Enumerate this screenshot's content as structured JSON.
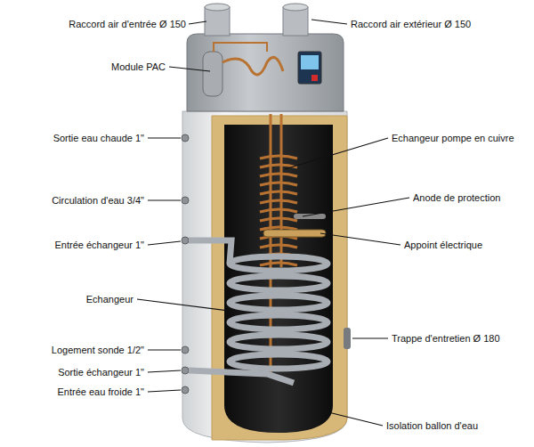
{
  "diagram": {
    "labels": [
      "Raccord air d'entrée Ø 150",
      "Module PAC",
      "Sortie eau chaude 1\"",
      "Circulation d'eau 3/4\"",
      "Entrée échangeur 1\"",
      "Echangeur",
      "Logement sonde 1/2\"",
      "Sortie échangeur 1\"",
      "Entrée eau froide 1\"",
      "Raccord air extérieur Ø 150",
      "Echangeur pompe en cuivre",
      "Anode de protection",
      "Appoint électrique",
      "Trappe d'entretien Ø 180",
      "Isolation ballon d'eau"
    ]
  }
}
